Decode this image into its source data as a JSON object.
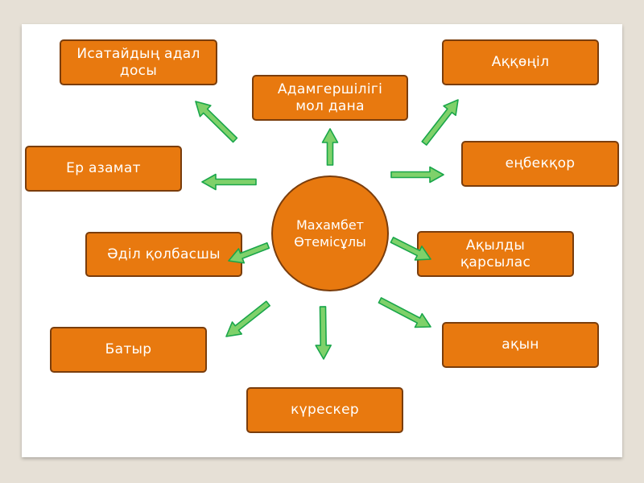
{
  "diagram": {
    "center": "Махамбет\nӨтемісұлы",
    "nodes": {
      "isatay": "Исатайдың адал\nдосы",
      "humane": "Адамгершілігі\nмол дана",
      "akkonil": "Аққөңіл",
      "er": "Ер азамат",
      "enbek": "еңбекқор",
      "adil": "Әділ қолбасшы",
      "akyldy": "Ақылды\nқарсылас",
      "batyr": "Батыр",
      "akyn": "ақын",
      "kuresker": "күрескер"
    },
    "colors": {
      "node_fill": "#e8790f",
      "node_border": "#7a3d0c",
      "arrow_fill": "#7fd16a",
      "arrow_stroke": "#1aa64a"
    }
  }
}
